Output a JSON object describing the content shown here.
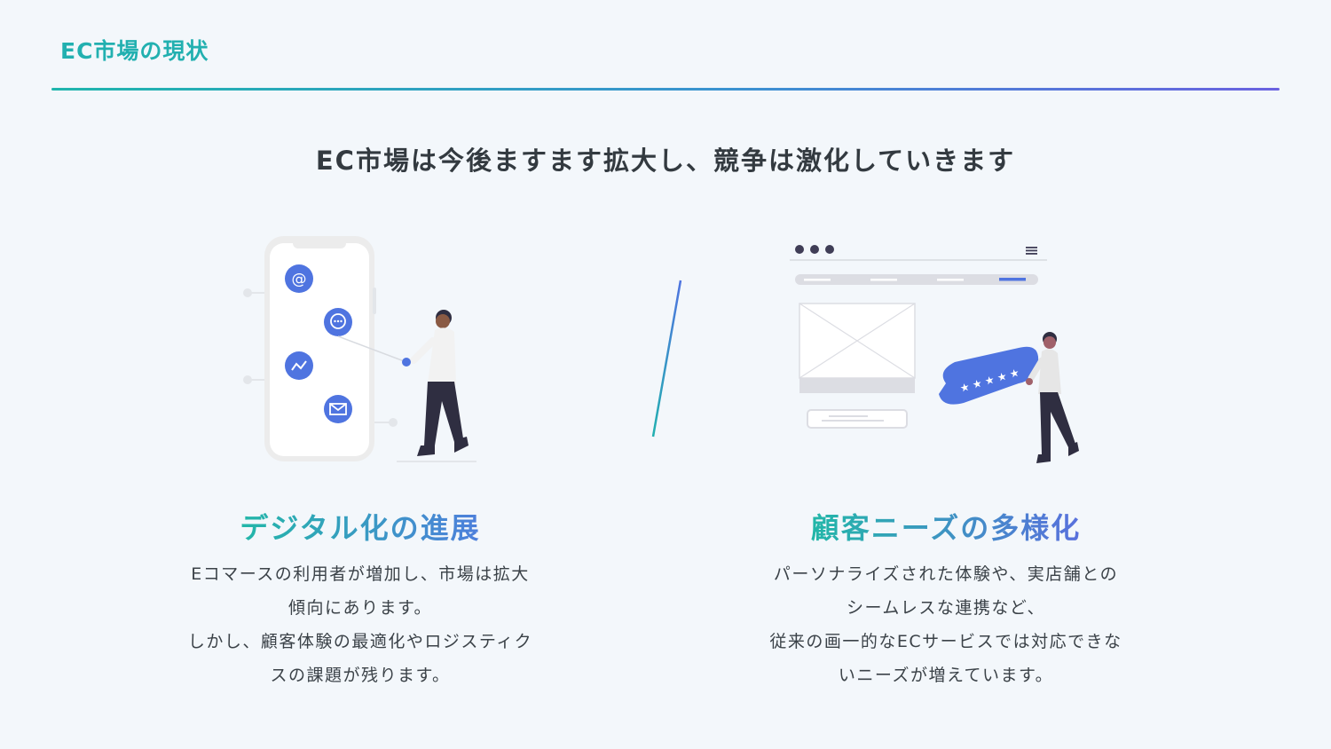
{
  "header": {
    "title": "EC市場の現状"
  },
  "headline": "EC市場は今後ますます拡大し、競争は激化していきます",
  "columns": [
    {
      "heading": "デジタル化の進展",
      "lines": [
        "Eコマースの利用者が増加し、市場は拡大",
        "傾向にあります。",
        "しかし、顧客体験の最適化やロジスティク",
        "スの課題が残ります。"
      ],
      "illustration": "person-with-smartphone-icons"
    },
    {
      "heading": "顧客ニーズの多様化",
      "lines": [
        "パーソナライズされた体験や、実店舗との",
        "シームレスな連携など、",
        "従来の画一的なECサービスでは対応できな",
        "いニーズが増えています。"
      ],
      "illustration": "person-with-review-bubble-and-website"
    }
  ],
  "colors": {
    "accent_teal": "#22b0b0",
    "accent_blue": "#4f74e0",
    "accent_purple": "#6a62e0",
    "background": "#f3f7fb",
    "text": "#333a40"
  }
}
